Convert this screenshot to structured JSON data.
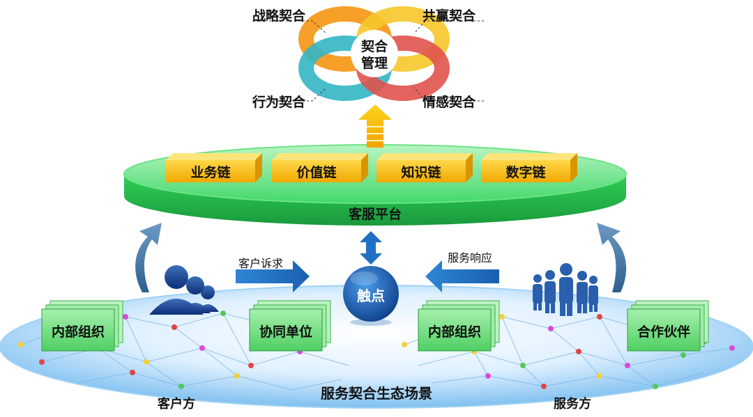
{
  "top": {
    "center_line1": "契合",
    "center_line2": "管理",
    "labels": {
      "tl": "战略契合",
      "tr": "共赢契合",
      "bl": "行为契合",
      "br": "情感契合"
    }
  },
  "platform": {
    "label": "客服平台",
    "chains": [
      "业务链",
      "价值链",
      "知识链",
      "数字链"
    ]
  },
  "middle": {
    "touchpoint": "触点",
    "left_arrow_label": "客户诉求",
    "right_arrow_label": "服务响应"
  },
  "bottom": {
    "cards": [
      "内部组织",
      "协同单位",
      "内部组织",
      "合作伙伴"
    ],
    "scene_label": "服务契合生态场景",
    "left_label": "客户方",
    "right_label": "服务方"
  },
  "colors": {
    "green_platform": "#2fd15c",
    "chain_gold": "#f5c21b",
    "blue_arrow": "#1f6fc4",
    "touch_blue": "#1b5fb5",
    "card_green": "#7ee08a"
  }
}
